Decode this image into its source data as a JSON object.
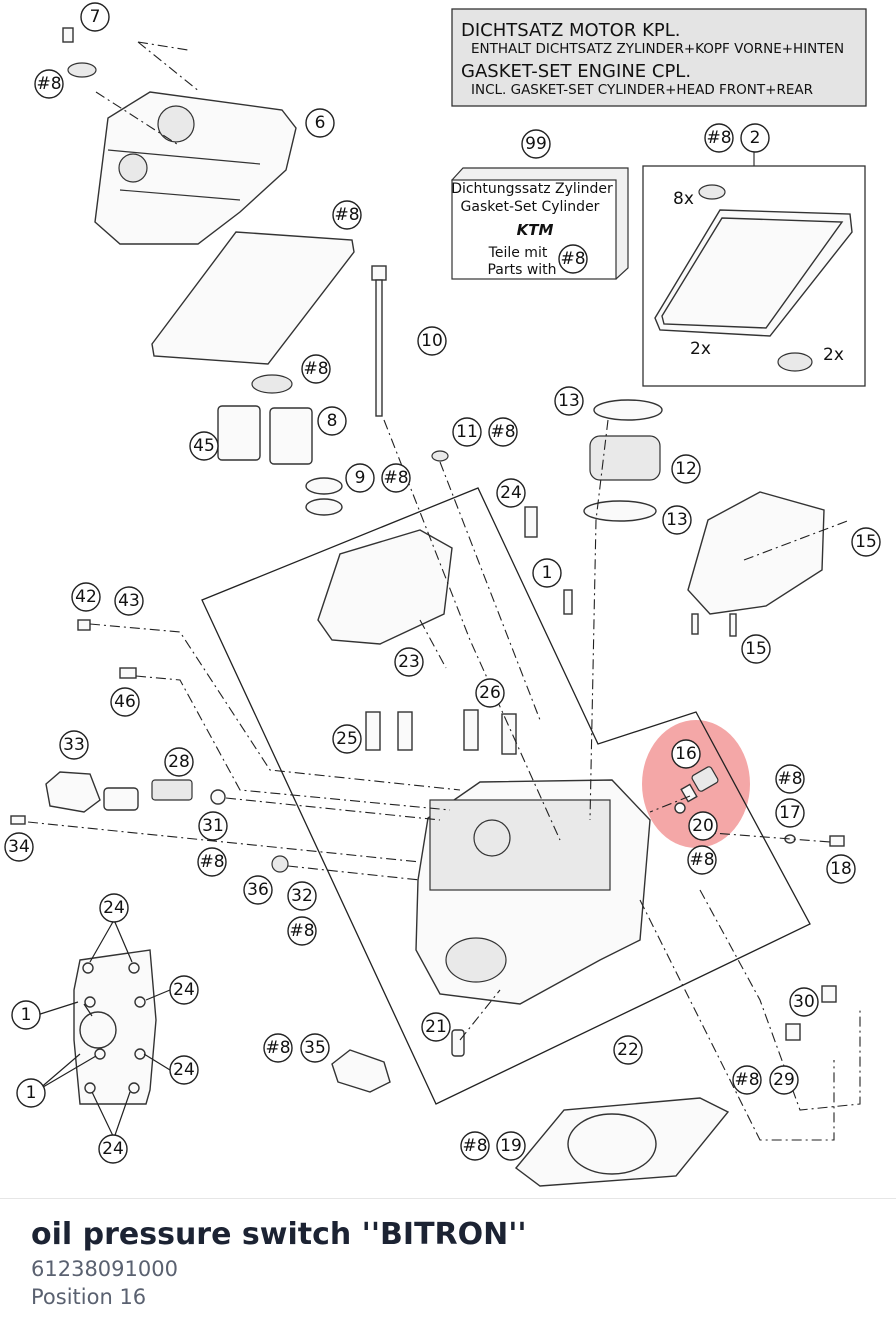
{
  "diagram": {
    "gasket_set_box": {
      "line1": "DICHTSATZ MOTOR KPL.",
      "line2": "ENTHALT DICHTSATZ ZYLINDER+KOPF VORNE+HINTEN",
      "line3": "GASKET-SET ENGINE CPL.",
      "line4": "INCL. GASKET-SET CYLINDER+HEAD FRONT+REAR"
    },
    "cylinder_set_box": {
      "line1": "Dichtungssatz Zylinder",
      "line2": "Gasket-Set Cylinder",
      "logo": "KTM",
      "line3": "Teile mit",
      "line4": "Parts with",
      "ref": "#8"
    },
    "quantities": {
      "q8x": "8x",
      "q2x_a": "2x",
      "q2x_b": "2x"
    },
    "callouts": [
      {
        "id": "c7",
        "label": "7"
      },
      {
        "id": "c8a",
        "label": "#8"
      },
      {
        "id": "c6",
        "label": "6"
      },
      {
        "id": "c8b",
        "label": "#8"
      },
      {
        "id": "c99",
        "label": "99"
      },
      {
        "id": "c8c",
        "label": "#8"
      },
      {
        "id": "c2",
        "label": "2"
      },
      {
        "id": "c10",
        "label": "10"
      },
      {
        "id": "c8d",
        "label": "#8"
      },
      {
        "id": "c8e",
        "label": "8"
      },
      {
        "id": "c45",
        "label": "45"
      },
      {
        "id": "c11",
        "label": "11"
      },
      {
        "id": "c8f",
        "label": "#8"
      },
      {
        "id": "c13a",
        "label": "13"
      },
      {
        "id": "c12",
        "label": "12"
      },
      {
        "id": "c9",
        "label": "9"
      },
      {
        "id": "c8g",
        "label": "#8"
      },
      {
        "id": "c24a",
        "label": "24"
      },
      {
        "id": "c13b",
        "label": "13"
      },
      {
        "id": "c15a",
        "label": "15"
      },
      {
        "id": "c1a",
        "label": "1"
      },
      {
        "id": "c42",
        "label": "42"
      },
      {
        "id": "c43",
        "label": "43"
      },
      {
        "id": "c23",
        "label": "23"
      },
      {
        "id": "c15b",
        "label": "15"
      },
      {
        "id": "c46",
        "label": "46"
      },
      {
        "id": "c26",
        "label": "26"
      },
      {
        "id": "c25",
        "label": "25"
      },
      {
        "id": "c16",
        "label": "16"
      },
      {
        "id": "c33",
        "label": "33"
      },
      {
        "id": "c28",
        "label": "28"
      },
      {
        "id": "c8h",
        "label": "#8"
      },
      {
        "id": "c17",
        "label": "17"
      },
      {
        "id": "c20",
        "label": "20"
      },
      {
        "id": "c31",
        "label": "31"
      },
      {
        "id": "c34",
        "label": "34"
      },
      {
        "id": "c8i",
        "label": "#8"
      },
      {
        "id": "c8j",
        "label": "#8"
      },
      {
        "id": "c18",
        "label": "18"
      },
      {
        "id": "c36",
        "label": "36"
      },
      {
        "id": "c32",
        "label": "32"
      },
      {
        "id": "c24b",
        "label": "24"
      },
      {
        "id": "c8k",
        "label": "#8"
      },
      {
        "id": "c24c",
        "label": "24"
      },
      {
        "id": "c1b",
        "label": "1"
      },
      {
        "id": "c30",
        "label": "30"
      },
      {
        "id": "c21",
        "label": "21"
      },
      {
        "id": "c8l",
        "label": "#8"
      },
      {
        "id": "c35",
        "label": "35"
      },
      {
        "id": "c22",
        "label": "22"
      },
      {
        "id": "c24d",
        "label": "24"
      },
      {
        "id": "c1c",
        "label": "1"
      },
      {
        "id": "c8m",
        "label": "#8"
      },
      {
        "id": "c29",
        "label": "29"
      },
      {
        "id": "c24e",
        "label": "24"
      },
      {
        "id": "c8n",
        "label": "#8"
      },
      {
        "id": "c19",
        "label": "19"
      }
    ],
    "highlight": {
      "position": "16",
      "color": "#f08a8a"
    }
  },
  "footer": {
    "part_name": "oil pressure switch ''BITRON''",
    "part_number": "61238091000",
    "position": "Position 16"
  }
}
